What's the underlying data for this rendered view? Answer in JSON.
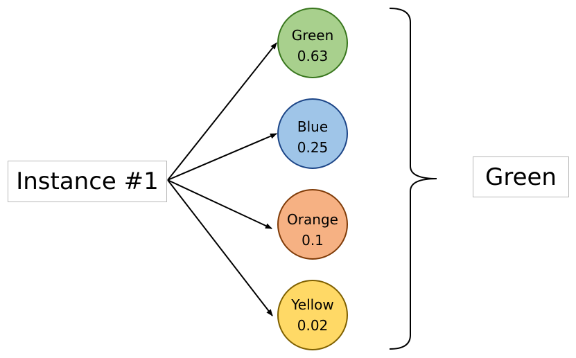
{
  "input": {
    "label": "Instance #1"
  },
  "classes": [
    {
      "name": "Green",
      "probability": "0.63",
      "fill": "#a8d08d",
      "stroke": "#38761d"
    },
    {
      "name": "Blue",
      "probability": "0.25",
      "fill": "#9fc5e8",
      "stroke": "#1c4587"
    },
    {
      "name": "Orange",
      "probability": "0.1",
      "fill": "#f6b183",
      "stroke": "#7f3b08"
    },
    {
      "name": "Yellow",
      "probability": "0.02",
      "fill": "#ffd966",
      "stroke": "#7f6000"
    }
  ],
  "output": {
    "label": "Green"
  },
  "colors": {
    "arrow": "#000000",
    "box_border": "#b7b7b7"
  }
}
